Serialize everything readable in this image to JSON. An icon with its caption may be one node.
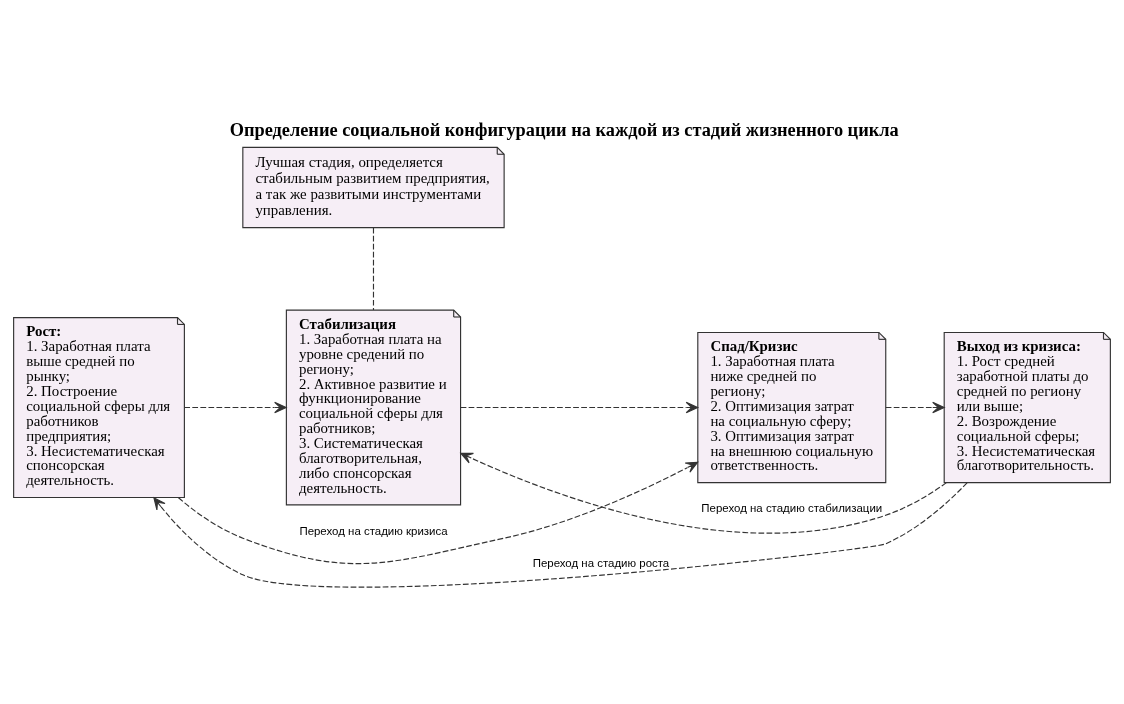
{
  "diagram": {
    "title": "Определение социальной конфигурации на каждой из стадий жизненного цикла",
    "nodes": [
      {
        "text": [
          "Лучшая стадия, определяется стабильным развитием предприятия, а так же развитыми инструментами управления."
        ]
      },
      {
        "text": [
          "Рост:",
          "1. Заработная плата выше средней по рынку;",
          "2. Построение социальной сферы для работников предприятия;",
          "3. Несистематическая спонсорская деятельность."
        ]
      },
      {
        "text": [
          "Стабилизация",
          "1. Заработная плата на уровне средений по региону;",
          "2. Активное развитие и функционирование социальной сферы для работников;",
          "3. Систематическая благотворительная, либо спонсорская деятельность."
        ]
      },
      {
        "text": [
          "Спад/Кризис",
          "1. Заработная плата ниже средней по региону;",
          "2. Оптимизация затрат на социальную сферу;",
          "3. Оптимизация затрат на внешнюю социальную ответственность."
        ]
      },
      {
        "text": [
          "Выход из кризиса:",
          "1. Рост средней заработной платы до средней по региону или выше;",
          "2. Возрождение социальной сферы;",
          "3. Несистематическая благотворительность."
        ]
      }
    ],
    "edges": [
      {
        "from": 0,
        "to": 2,
        "arrow": "none",
        "style": "dashed"
      },
      {
        "from": 1,
        "to": 2,
        "arrow": "to",
        "style": "dashed"
      },
      {
        "from": 2,
        "to": 3,
        "arrow": "to",
        "style": "dashed"
      },
      {
        "from": 3,
        "to": 4,
        "arrow": "to",
        "style": "dashed"
      },
      {
        "from": 4,
        "to": 2,
        "arrow": "to",
        "style": "dashed",
        "label": "Переход на стадию стабилизации"
      },
      {
        "from": 1,
        "to": 3,
        "arrow": "to",
        "style": "dashed",
        "label": "Переход на стадию кризиса"
      },
      {
        "from": 4,
        "to": 1,
        "arrow": "to",
        "style": "dashed",
        "label": "Переход на стадию роста"
      }
    ]
  }
}
